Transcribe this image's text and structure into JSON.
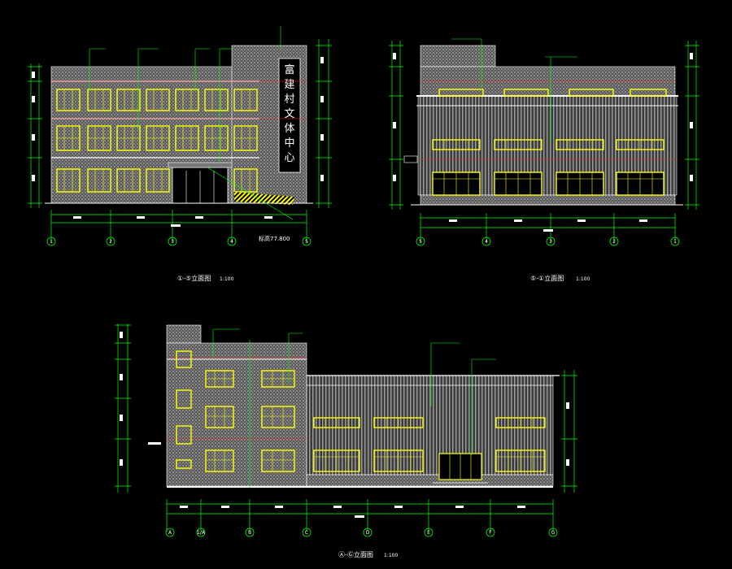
{
  "colors": {
    "background": "#000000",
    "dimension_green": "#00ff00",
    "window_yellow": "#ffff00",
    "wall_gray": "#808080",
    "line_white": "#ffffff",
    "line_red": "#ff2020"
  },
  "drawings": [
    {
      "title": "①-⑤立面图",
      "scale": "1:100",
      "axes": [
        "1",
        "2",
        "3",
        "4",
        "5"
      ],
      "sign_text": [
        "富",
        "建",
        "村",
        "文",
        "体",
        "中",
        "心"
      ],
      "elevation_note": "标高77.800"
    },
    {
      "title": "⑤-①立面图",
      "scale": "1:100",
      "axes": [
        "5",
        "4",
        "3",
        "2",
        "1"
      ]
    },
    {
      "title": "Ⓐ-Ⓖ立面图",
      "scale": "1:100",
      "axes": [
        "A",
        "1/A",
        "B",
        "C",
        "D",
        "E",
        "F",
        "G"
      ]
    }
  ]
}
